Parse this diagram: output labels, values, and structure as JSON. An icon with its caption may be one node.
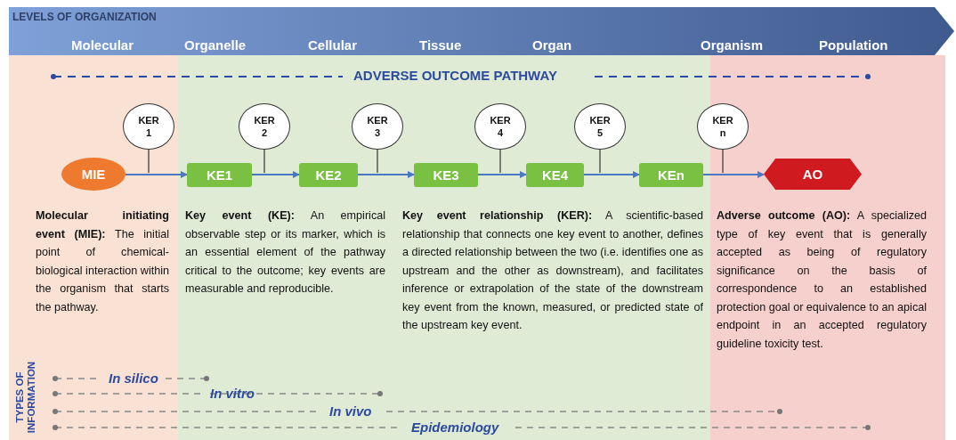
{
  "diagram": {
    "nodes": [
      {
        "text": [
          "MIE"
        ]
      },
      {
        "text": [
          "KE1"
        ]
      },
      {
        "text": [
          "KE2"
        ]
      },
      {
        "text": [
          "KE3"
        ]
      },
      {
        "text": [
          "KE4"
        ]
      },
      {
        "text": [
          "KEn"
        ]
      },
      {
        "text": [
          "AO"
        ]
      },
      {
        "text": [
          "KER 1"
        ]
      },
      {
        "text": [
          "KER 2"
        ]
      },
      {
        "text": [
          "KER 3"
        ]
      },
      {
        "text": [
          "KER 4"
        ]
      },
      {
        "text": [
          "KER 5"
        ]
      },
      {
        "text": [
          "KER n"
        ]
      }
    ],
    "edges": [
      {
        "from": 0,
        "to": 1,
        "arrow": "to"
      },
      {
        "from": 1,
        "to": 2,
        "arrow": "to"
      },
      {
        "from": 2,
        "to": 3,
        "arrow": "to"
      },
      {
        "from": 3,
        "to": 4,
        "arrow": "to"
      },
      {
        "from": 4,
        "to": 5,
        "arrow": "to"
      },
      {
        "from": 5,
        "to": 6,
        "arrow": "to"
      },
      {
        "from": 7,
        "to": null,
        "arrow": "none",
        "color": "#333333"
      },
      {
        "from": 8,
        "to": null,
        "arrow": "none",
        "color": "#333333"
      },
      {
        "from": 9,
        "to": null,
        "arrow": "none",
        "color": "#333333"
      },
      {
        "from": 10,
        "to": null,
        "arrow": "none",
        "color": "#333333"
      },
      {
        "from": 11,
        "to": null,
        "arrow": "none",
        "color": "#333333"
      },
      {
        "from": 12,
        "to": null,
        "arrow": "none",
        "color": "#333333"
      }
    ],
    "labels": [
      "LEVELS OF ORGANIZATION",
      "Molecular",
      "Organelle",
      "Cellular",
      "Tissue",
      "Organ",
      "Organism",
      "Population",
      "ADVERSE OUTCOME PATHWAY",
      "**Molecular initiating event (MIE):** The initial point of chemical-biological interaction within the organism that starts the pathway.",
      "**Key event (KE):** An empirical observable step or its marker, which is an essential element of the pathway critical to the outcome; key events are measurable and reproducible.",
      "**Key event relationship (KER):** A scientific-based relationship that connects one key event to another, defines a directed relationship between the two (i.e. identifies one as upstream and the other as downstream), and facilitates inference or extrapolation of the state of the downstream key event from the known, measured, or predicted state of the upstream key event.",
      "**Adverse outcome (AO):** A specialized type of key event that is generally accepted as being of regulatory significance on the basis of correspondence to an established protection goal or equivalence to an apical endpoint in an accepted regulatory guideline toxicity test.",
      "TYPES OF INFORMATION",
      "In silico",
      "In vitro",
      "In vivo",
      "Epidemiology"
    ]
  }
}
